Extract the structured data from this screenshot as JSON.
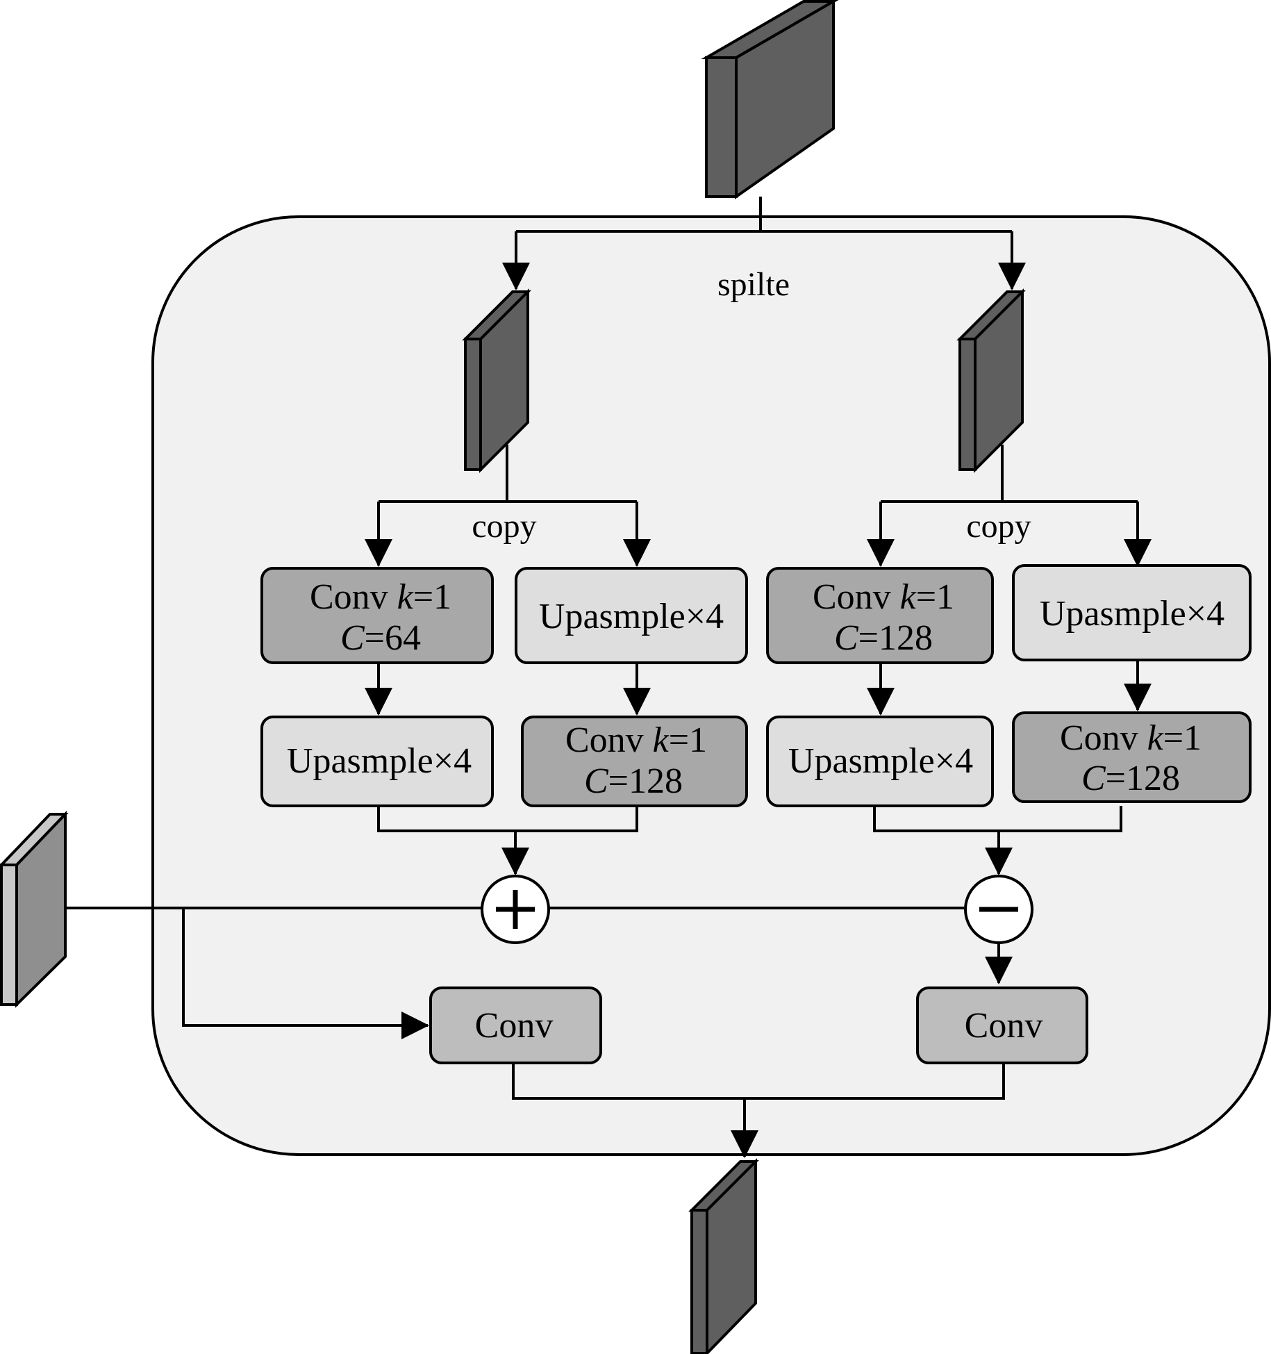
{
  "labels": {
    "split": "spilte",
    "copy_left": "copy",
    "copy_right": "copy"
  },
  "boxes": {
    "b1": {
      "line1": "Conv ",
      "k": "k",
      "k_val": "=1",
      "c": "C",
      "c_val": "=64"
    },
    "b2": {
      "text": "Upasmple×4"
    },
    "b3": {
      "line1": "Conv ",
      "k": "k",
      "k_val": "=1",
      "c": "C",
      "c_val": "=128"
    },
    "b4": {
      "text": "Upasmple×4"
    },
    "b5": {
      "text": "Upasmple×4"
    },
    "b6": {
      "line1": "Conv ",
      "k": "k",
      "k_val": "=1",
      "c": "C",
      "c_val": "=128"
    },
    "b7": {
      "text": "Upasmple×4"
    },
    "b8": {
      "line1": "Conv ",
      "k": "k",
      "k_val": "=1",
      "c": "C",
      "c_val": "=128"
    },
    "conv_left": {
      "text": "Conv"
    },
    "conv_right": {
      "text": "Conv"
    }
  },
  "colors": {
    "container_fill": "#f1f1f1",
    "conv_fill": "#a8a8a8",
    "upsample_fill": "#dedede",
    "final_conv_fill": "#bdbdbd",
    "tensor_dark": "#5f5f5f",
    "tensor_light_side": "#c8c8c8"
  },
  "icons": {
    "add": "plus-circle-icon",
    "subtract": "minus-circle-icon"
  }
}
